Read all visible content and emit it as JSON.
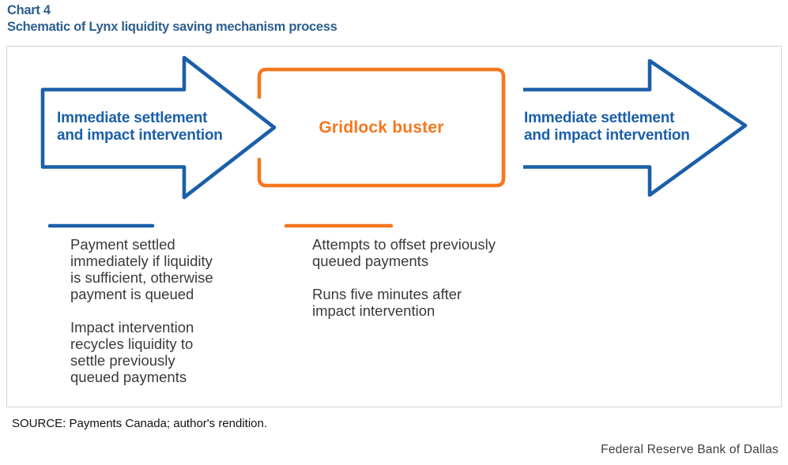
{
  "header": {
    "chart_number": "Chart 4",
    "title": "Schematic of Lynx liquidity saving mechanism process"
  },
  "flow": {
    "step1": {
      "label": "Immediate settlement\nand impact intervention",
      "notes": [
        "Payment settled\nimmediately if liquidity\nis sufficient, otherwise\npayment is queued",
        "Impact intervention\nrecycles liquidity to\nsettle previously\nqueued payments"
      ]
    },
    "step2": {
      "label": "Gridlock buster",
      "notes": [
        "Attempts to offset previously\nqueued payments",
        "Runs five minutes after\nimpact intervention"
      ]
    },
    "step3": {
      "label": "Immediate settlement\nand impact intervention"
    }
  },
  "source": "SOURCE: Payments Canada; author's rendition.",
  "footer": "Federal Reserve Bank of Dallas",
  "colors": {
    "title_blue": "#2d5f8e",
    "flow_blue": "#1b5faa",
    "flow_orange": "#f5771e",
    "note_text": "#3a3a3a",
    "figure_border": "#d4d4d4"
  }
}
